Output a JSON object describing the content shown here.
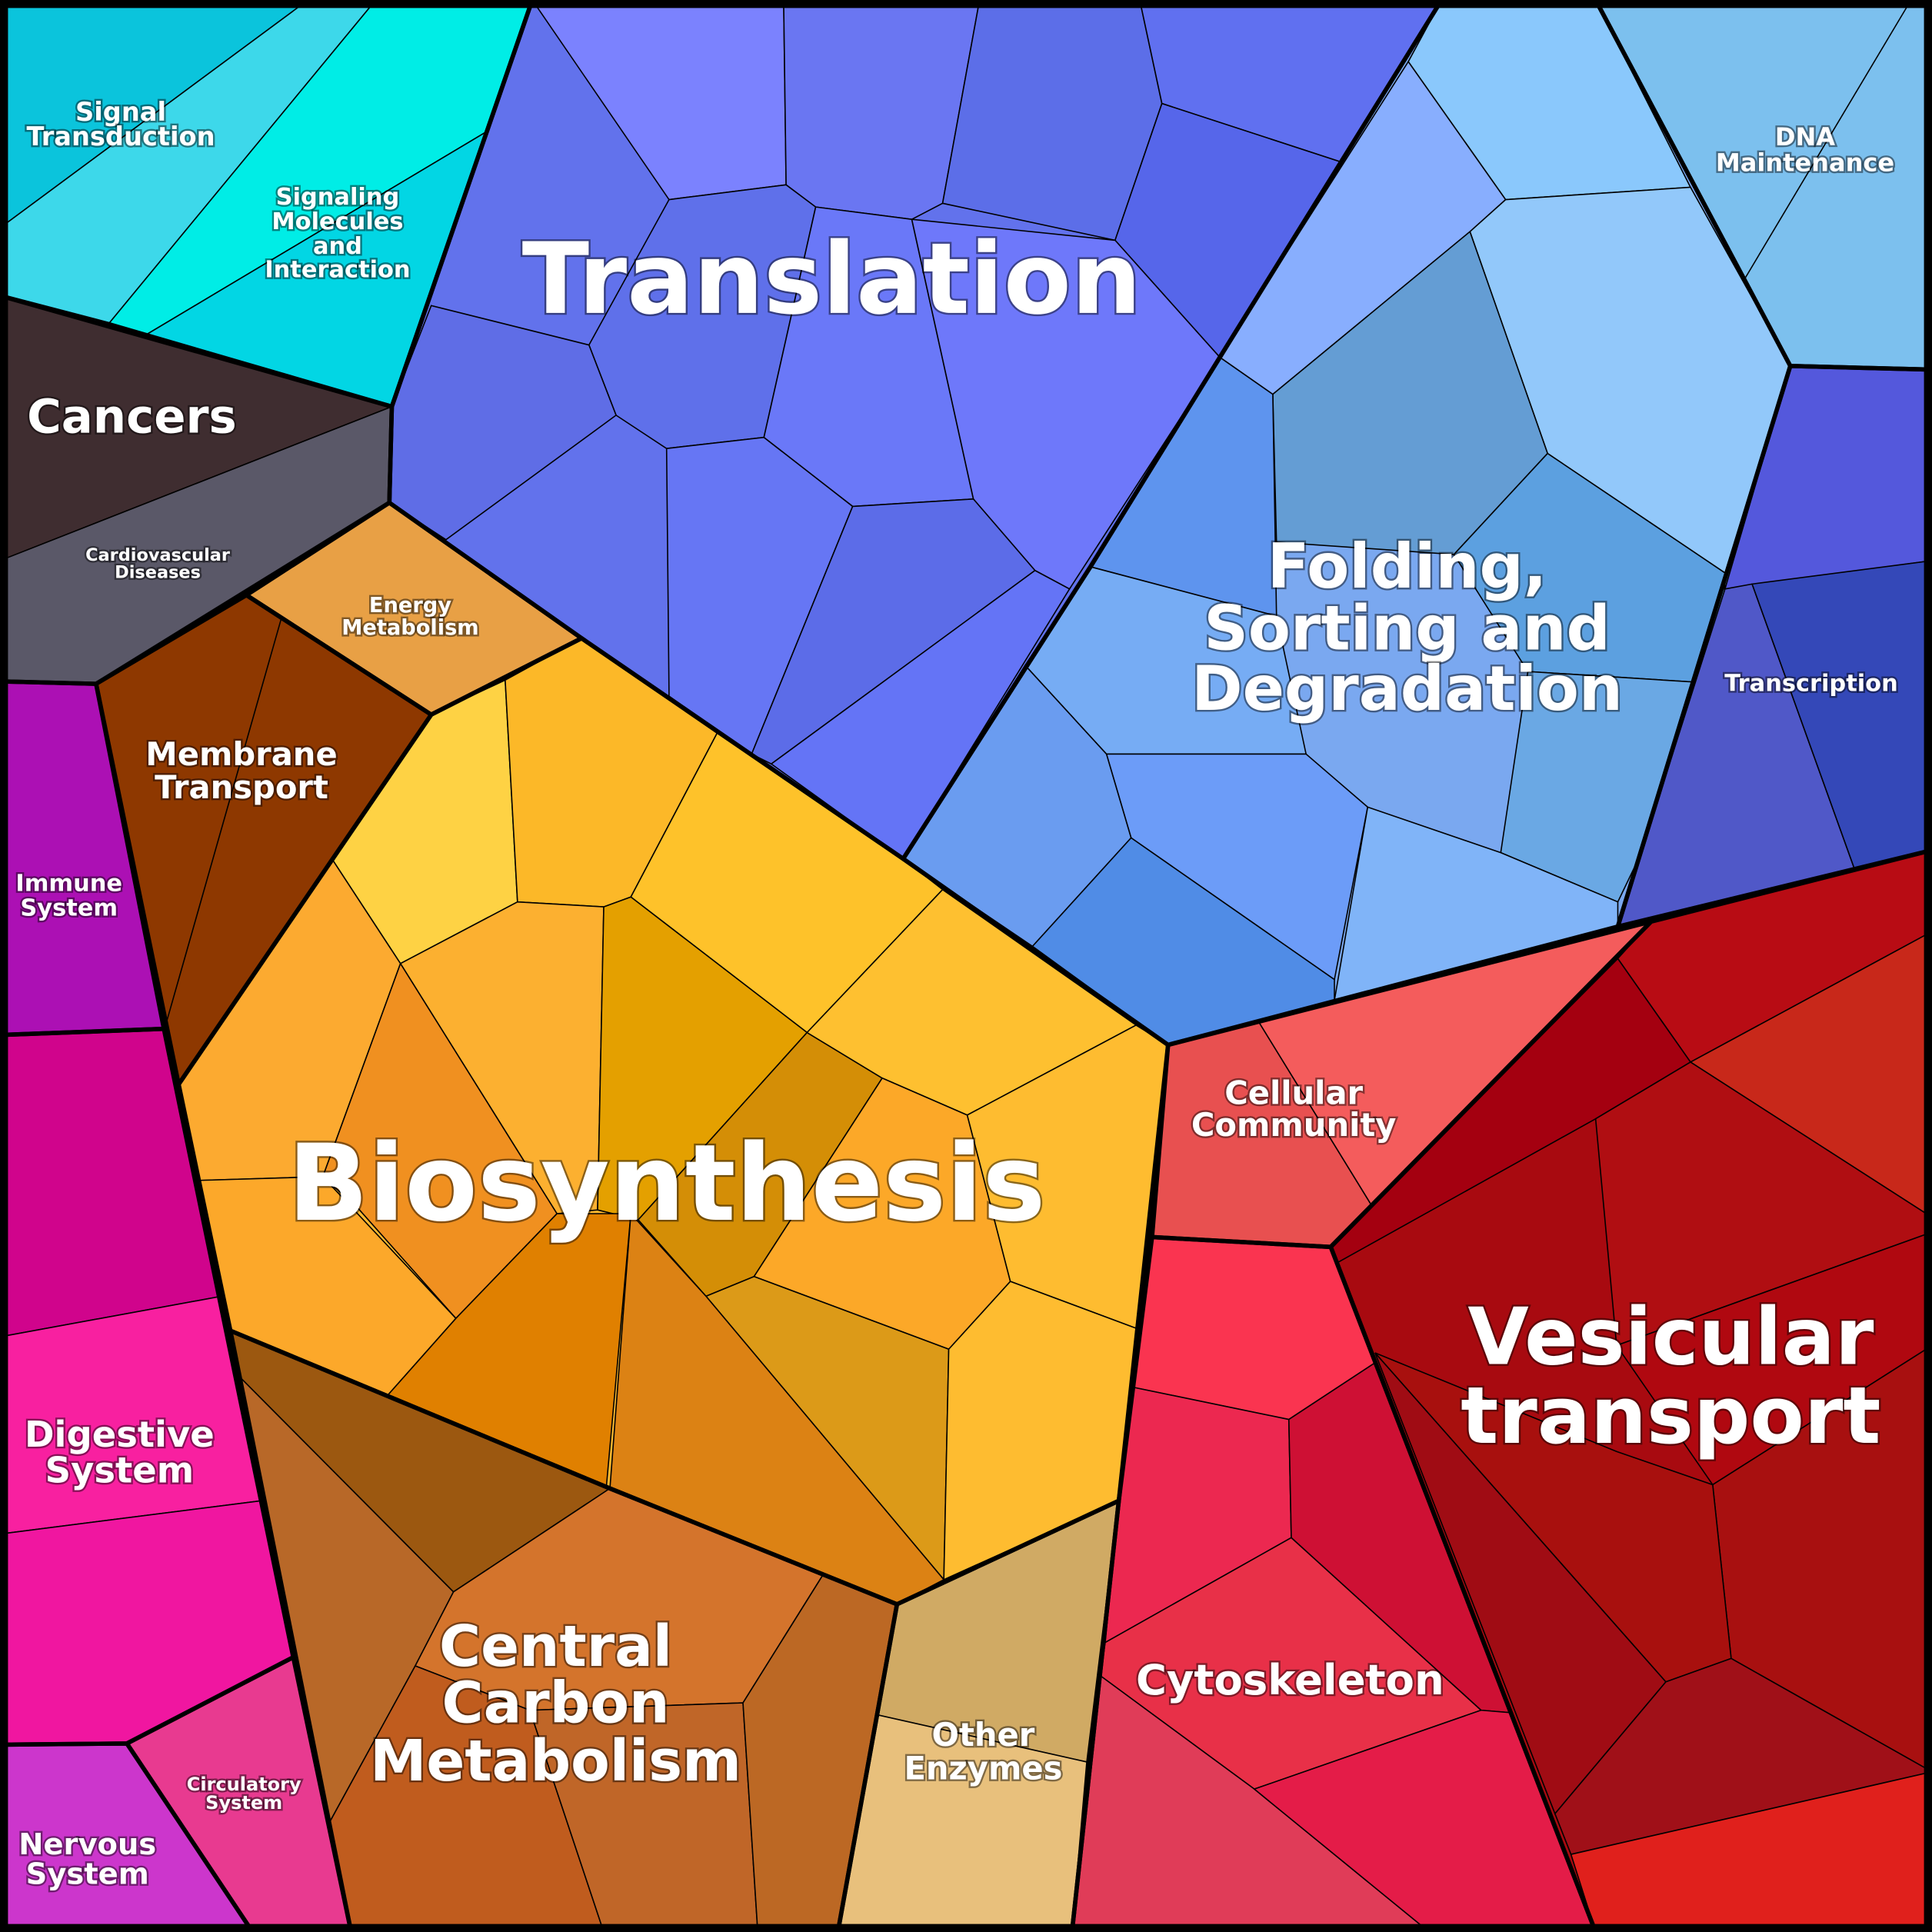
{
  "labels": {
    "signal_transduction": [
      "Signal",
      "Transduction"
    ],
    "signaling_molecules": [
      "Signaling",
      "Molecules",
      "and",
      "Interaction"
    ],
    "cancers": "Cancers",
    "cardiovascular": [
      "Cardiovascular",
      "Diseases"
    ],
    "energy_metabolism": [
      "Energy",
      "Metabolism"
    ],
    "membrane_transport": [
      "Membrane",
      "Transport"
    ],
    "immune_system": [
      "Immune",
      "System"
    ],
    "digestive_system": [
      "Digestive",
      "System"
    ],
    "circulatory_system": [
      "Circulatory",
      "System"
    ],
    "nervous_system": [
      "Nervous",
      "System"
    ],
    "translation": "Translation",
    "folding": [
      "Folding,",
      "Sorting and",
      "Degradation"
    ],
    "dna_maintenance": [
      "DNA",
      "Maintenance"
    ],
    "transcription": "Transcription",
    "biosynthesis": "Biosynthesis",
    "central_carbon": [
      "Central",
      "Carbon",
      "Metabolism"
    ],
    "other_enzymes": [
      "Other",
      "Enzymes"
    ],
    "cellular_community": [
      "Cellular",
      "Community"
    ],
    "cytoskeleton": "Cytoskeleton",
    "vesicular_transport": [
      "Vesicular",
      "transport"
    ]
  },
  "colors": {
    "signal": "#3dd8ea",
    "signaling": "#02d6e4",
    "cancers": "#3f2d30",
    "cardio": "#5a5868",
    "energy": "#e8a045",
    "membrane": "#8e3800",
    "translation": "#6272ec",
    "folding": "#7aa8f0",
    "dna": "#7cc0ee",
    "transcription": "#4858d0",
    "biosynthesis": "#fcb830",
    "carbon": "#c86a28",
    "other": "#d8b070",
    "community": "#f05a5a",
    "cytoskeleton": "#e82a4a",
    "vesicular": "#a80a10",
    "immune": "#ac10b4",
    "digestive": "#f820a0",
    "circulatory": "#e83a90",
    "nervous": "#cc36cc"
  }
}
